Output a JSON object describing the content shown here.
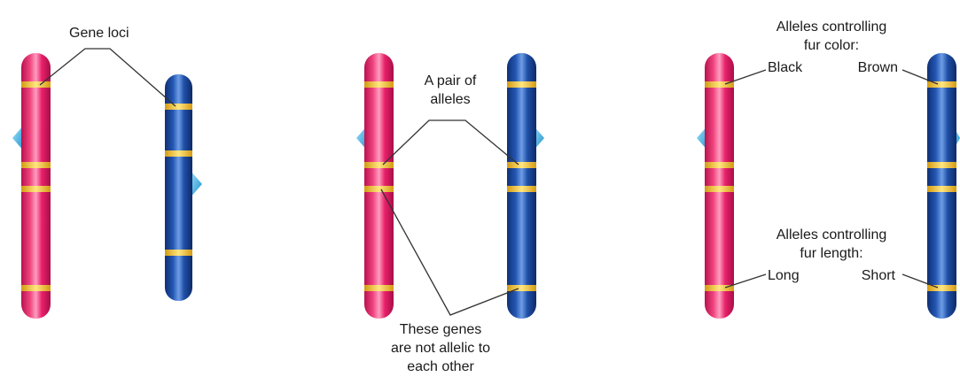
{
  "colors": {
    "maternal_chromosome": "#e8206a",
    "paternal_chromosome": "#1f4fa6",
    "gene_band": "#f2c12e",
    "centromere": "#3db8e8",
    "leader_line": "#333333"
  },
  "panel_1": {
    "label_gene_loci": "Gene loci"
  },
  "panel_2": {
    "label_pair_line1": "A pair of",
    "label_pair_line2": "alleles",
    "label_not_allelic_line1": "These genes",
    "label_not_allelic_line2": "are not allelic to",
    "label_not_allelic_line3": "each other"
  },
  "panel_3": {
    "label_fur_color_line1": "Alleles controlling",
    "label_fur_color_line2": "fur color:",
    "label_black": "Black",
    "label_brown": "Brown",
    "label_fur_length_line1": "Alleles controlling",
    "label_fur_length_line2": "fur length:",
    "label_long": "Long",
    "label_short": "Short"
  }
}
